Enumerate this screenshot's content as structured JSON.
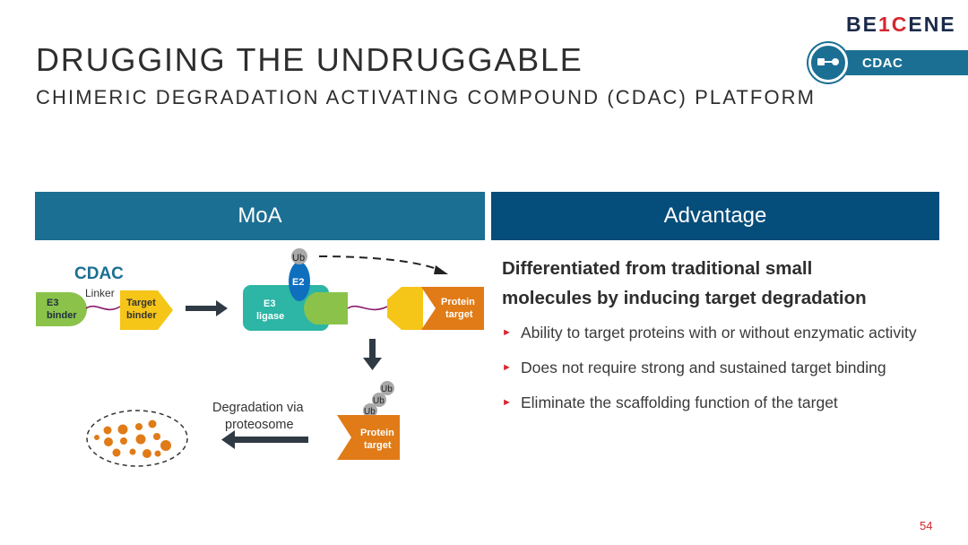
{
  "brand": {
    "logo_left": "BE",
    "logo_mid": "1C",
    "logo_right": "ENE"
  },
  "tag": {
    "label": "CDAC",
    "icon": "molecule-link-icon"
  },
  "title": "DRUGGING THE UNDRUGGABLE",
  "subtitle": "CHIMERIC DEGRADATION ACTIVATING COMPOUND (CDAC) PLATFORM",
  "headers": {
    "moa": "MoA",
    "advantage": "Advantage"
  },
  "diagram": {
    "cdac_label": "CDAC",
    "linker_label": "Linker",
    "e3_binder_line1": "E3",
    "e3_binder_line2": "binder",
    "target_binder_line1": "Target",
    "target_binder_line2": "binder",
    "e3_ligase_line1": "E3",
    "e3_ligase_line2": "ligase",
    "e2_label": "E2",
    "ub_label": "Ub",
    "protein_target_line1": "Protein",
    "protein_target_line2": "target",
    "degradation_line1": "Degradation via",
    "degradation_line2": "proteosome"
  },
  "advantage": {
    "heading_line1": "Differentiated from traditional small",
    "heading_line2": "molecules by inducing target degradation",
    "bullets": [
      "Ability to target proteins with or without enzymatic activity",
      "Does not require strong and sustained target binding",
      "Eliminate the scaffolding function of the target"
    ]
  },
  "page_number": "54",
  "colors": {
    "header_moa": "#1b6f93",
    "header_advantage": "#054d7a",
    "cdac_blue": "#1b6f93",
    "e3_green": "#8bc34a",
    "e3_ligase_teal": "#2db5a5",
    "target_yellow": "#f5c518",
    "protein_orange": "#e07b17",
    "e2_blue": "#0f6fbf",
    "accent_red": "#d7262e"
  }
}
